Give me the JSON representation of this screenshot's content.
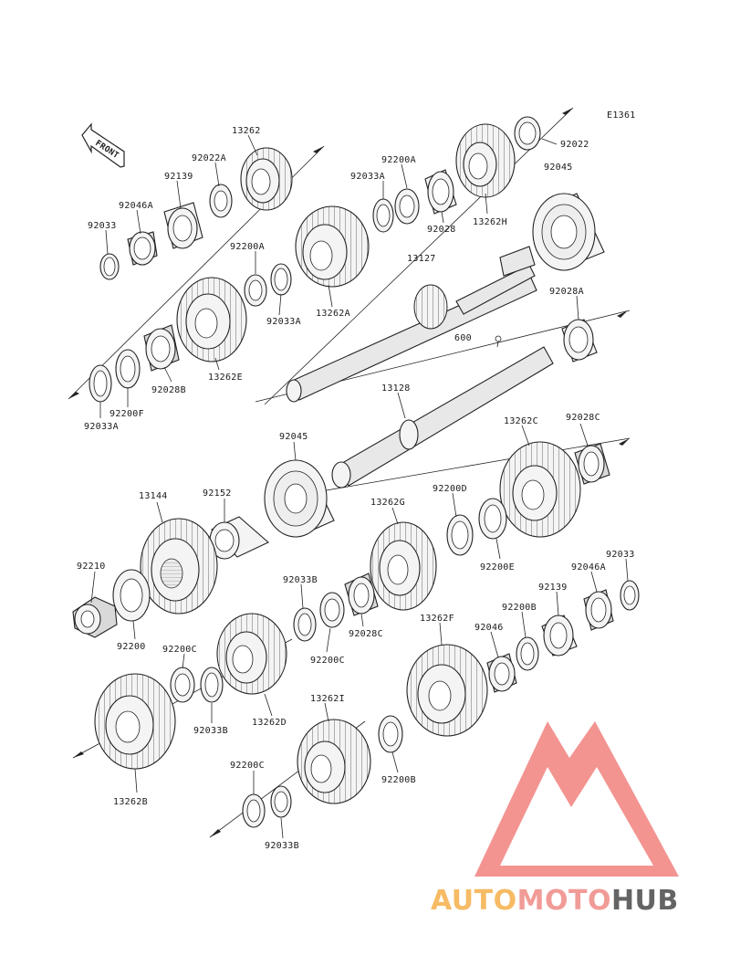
{
  "diagram_code": "E1361",
  "front_label": "FRONT",
  "labels": {
    "p13262": "13262",
    "p92022A": "92022A",
    "p92139a": "92139",
    "p92046Aa": "92046A",
    "p92033": "92033",
    "p92200Aa": "92200A",
    "p92033Aa": "92033A",
    "p13262E": "13262E",
    "p92028B": "92028B",
    "p92200F": "92200F",
    "p92033Ab": "92033A",
    "p92200Ab": "92200A",
    "p92033Ac": "92033A",
    "p92028a": "92028",
    "p13262H": "13262H",
    "p13262A": "13262A",
    "p92022": "92022",
    "p92045a": "92045",
    "p13127": "13127",
    "p92028A": "92028A",
    "p600": "600",
    "p13128": "13128",
    "p13262C": "13262C",
    "p92028C": "92028C",
    "p92045b": "92045",
    "p92152": "92152",
    "p13144": "13144",
    "p92200D": "92200D",
    "p13262G": "13262G",
    "p92200E": "92200E",
    "p92033b": "92033",
    "p92046Ab": "92046A",
    "p92139b": "92139",
    "p92210": "92210",
    "p92200": "92200",
    "p92033B": "92033B",
    "p92028Cb": "92028C",
    "p92200Ca": "92200C",
    "p92200B": "92200B",
    "p13262F": "13262F",
    "p92046": "92046",
    "p92200Cb": "92200C",
    "p92033Bb": "92033B",
    "p13262D": "13262D",
    "p13262I": "13262I",
    "p92200Bb": "92200B",
    "p13262B": "13262B",
    "p92200Cc": "92200C",
    "p92033Bc": "92033B"
  },
  "watermark": {
    "auto": "AUTO",
    "moto": "MOTO",
    "hub": "HUB",
    "color_auto": "#f5b04a",
    "color_moto": "#ef8a86",
    "color_hub": "#4a4a4a",
    "color_logo": "#ee6b67"
  }
}
